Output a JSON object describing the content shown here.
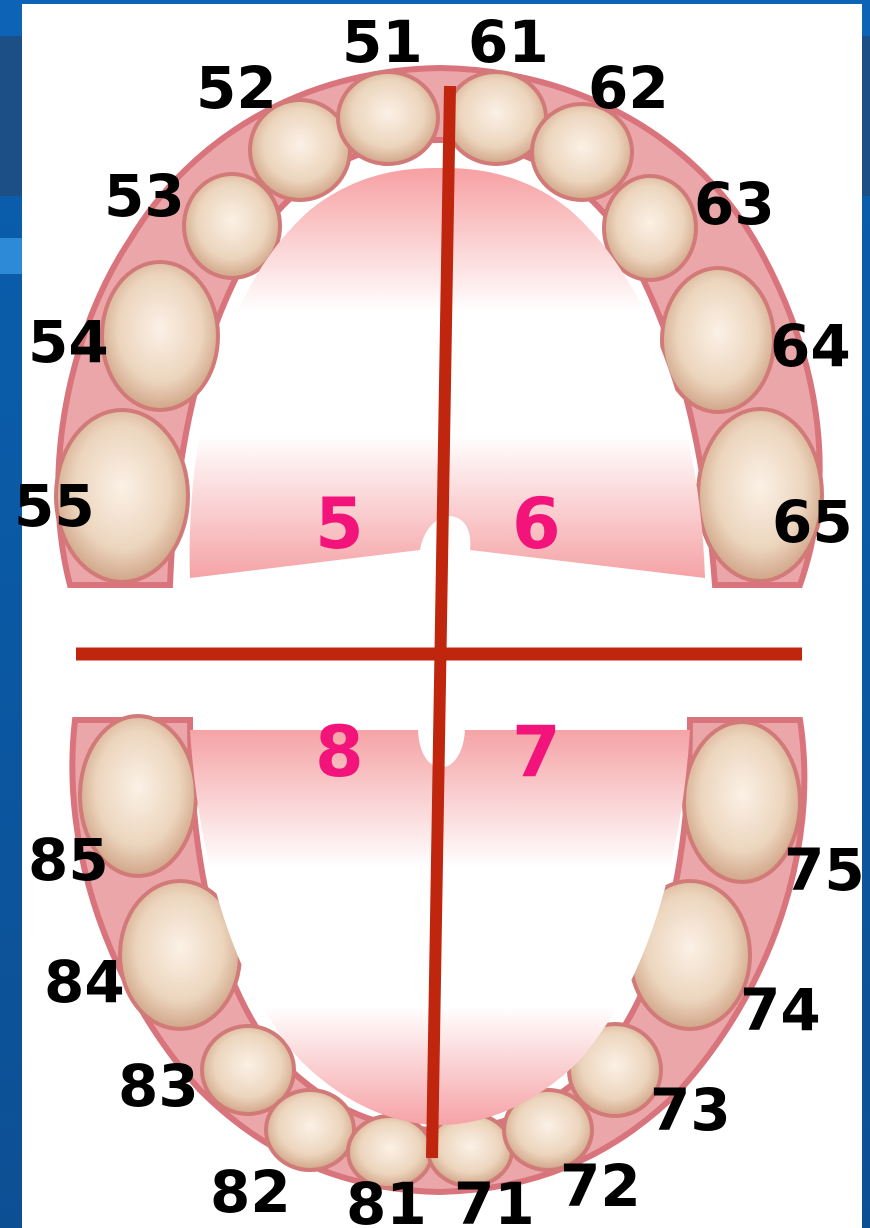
{
  "diagram": {
    "upper_left_teeth": [
      "51",
      "52",
      "53",
      "54",
      "55"
    ],
    "upper_right_teeth": [
      "61",
      "62",
      "63",
      "64",
      "65"
    ],
    "lower_left_teeth": [
      "81",
      "82",
      "83",
      "84",
      "85"
    ],
    "lower_right_teeth": [
      "71",
      "72",
      "73",
      "74",
      "75"
    ],
    "quadrants": [
      "5",
      "6",
      "7",
      "8"
    ],
    "colors": {
      "divider_line": "#c0250e",
      "quadrant_number": "#f2147a",
      "tooth_number": "#000000",
      "gum": "#e8a0a6",
      "tooth": "#ecd5bd",
      "palate": "#f7a9a9"
    }
  }
}
